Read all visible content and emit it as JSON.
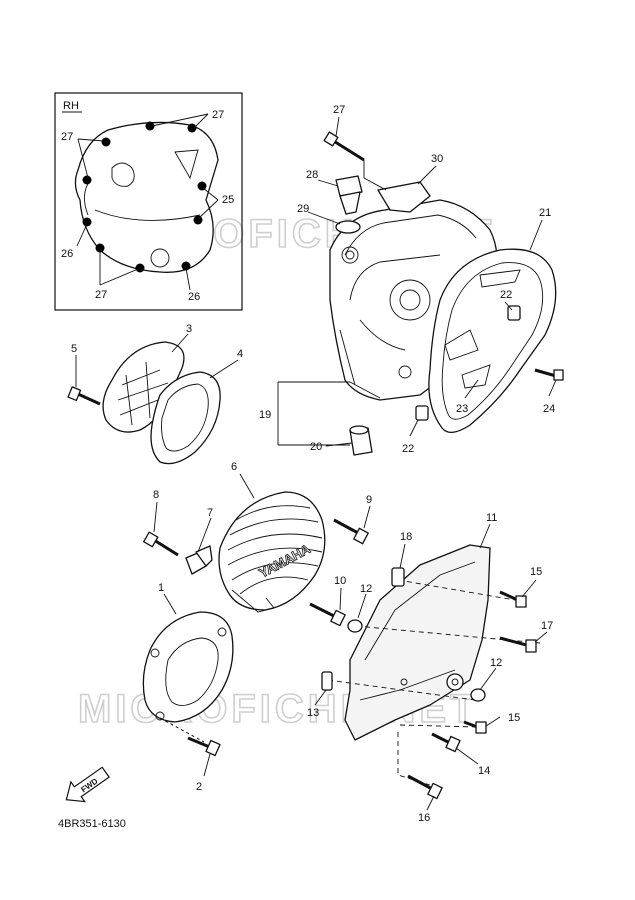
{
  "inset": {
    "label": "RH",
    "callouts": [
      "27",
      "27",
      "25",
      "26",
      "27",
      "26"
    ]
  },
  "callouts": {
    "p1": "1",
    "p2": "2",
    "p3": "3",
    "p4": "4",
    "p5": "5",
    "p6": "6",
    "p7": "7",
    "p8": "8",
    "p9": "9",
    "p10": "10",
    "p11": "11",
    "p12a": "12",
    "p12b": "12",
    "p13": "13",
    "p14": "14",
    "p15a": "15",
    "p15b": "15",
    "p16": "16",
    "p17": "17",
    "p18": "18",
    "p19": "19",
    "p20": "20",
    "p21": "21",
    "p22a": "22",
    "p22b": "22",
    "p23": "23",
    "p24": "24",
    "p27": "27",
    "p28": "28",
    "p29": "29",
    "p30": "30"
  },
  "cover_brand": "YAMAHA",
  "fwd_label": "FWD",
  "diagram_code": "4BR351-6130",
  "watermark": "MICROFICHE.NET"
}
